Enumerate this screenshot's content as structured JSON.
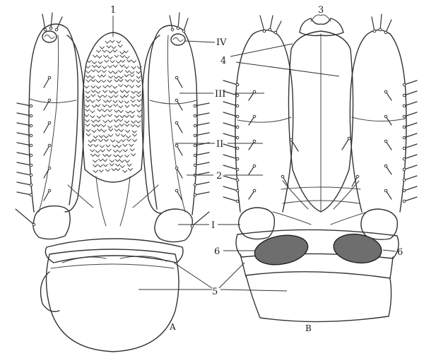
{
  "labels": {
    "l1": "1",
    "l2": "2",
    "l3": "3",
    "l4": "4",
    "l5": "5",
    "l6_left": "6",
    "l6_right": "6",
    "I": "I",
    "II": "II",
    "III": "III",
    "IV": "IV"
  },
  "panels": {
    "a": "A",
    "b": "B"
  }
}
